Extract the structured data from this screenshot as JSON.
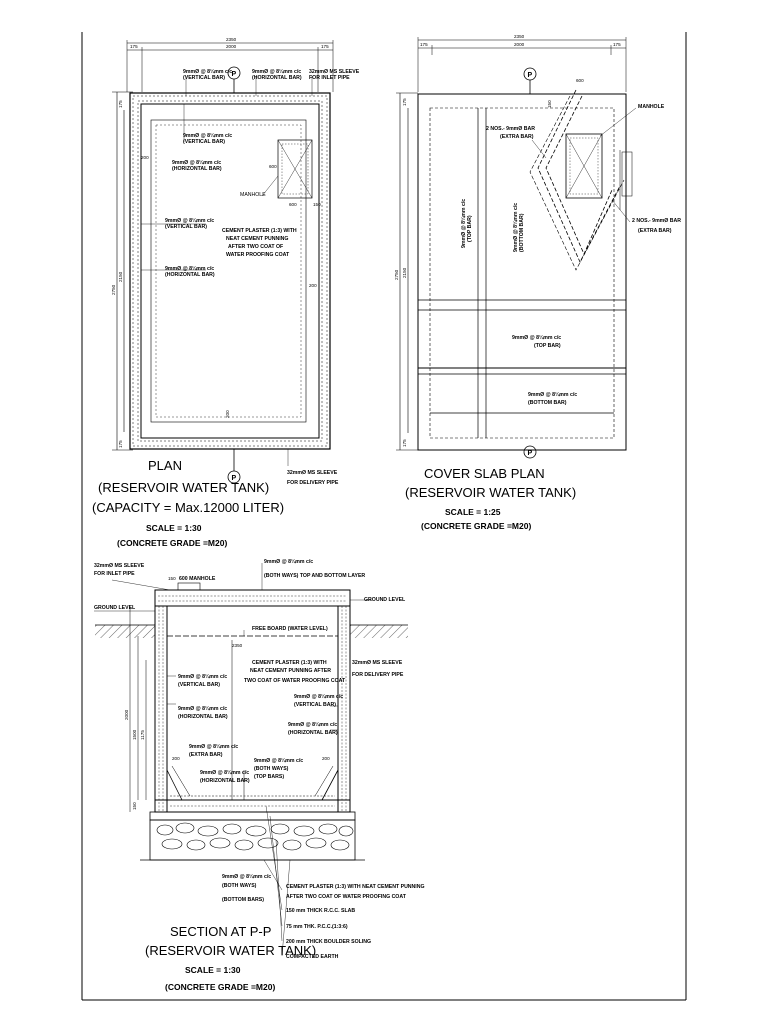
{
  "plan": {
    "title": "PLAN",
    "subtitle": "(RESERVOIR WATER TANK)",
    "capacity": "(CAPACITY = Max.12000 LITER)",
    "scale": "SCALE = 1:30",
    "grade": "(CONCRETE GRADE =M20)",
    "dims": {
      "overall": "2350",
      "inner": "2000",
      "side_l": "175",
      "side_r": "175",
      "height": "2750",
      "height_inner": "2150",
      "wall_t": "175",
      "wall_b": "175",
      "d200a": "200",
      "d200b": "200",
      "d200c": "200",
      "mh1": "600",
      "mh2": "600",
      "mh3": "150"
    },
    "notes": {
      "n1a": "9mmØ @ 8¼mm c/c",
      "n1b": "(VERTICAL BAR)",
      "n2a": "9mmØ @ 8¼mm c/c",
      "n2b": "(HORIZONTAL BAR)",
      "n3a": "32mmØ MS SLEEVE",
      "n3b": "FOR INLET PIPE",
      "n4a": "9mmØ @ 8¼mm c/c",
      "n4b": "(VERTICAL BAR)",
      "n5a": "9mmØ @ 8¼mm c/c",
      "n5b": "(HORIZONTAL BAR)",
      "n6": "MANHOLE",
      "n7a": "9mmØ @ 8¼mm c/c",
      "n7b": "(VERTICAL BAR)",
      "n8a": "9mmØ @ 8¼mm c/c",
      "n8b": "(HORIZONTAL BAR)",
      "n9a": "CEMENT PLASTER (1:3) WITH",
      "n9b": "NEAT CEMENT PUNNING",
      "n9c": "AFTER TWO COAT OF",
      "n9d": "WATER PROOFING COAT",
      "n10a": "32mmØ MS SLEEVE",
      "n10b": "FOR DELIVERY PIPE"
    },
    "marker": "P"
  },
  "cover": {
    "title": "COVER SLAB PLAN",
    "subtitle": "(RESERVOIR WATER TANK)",
    "scale": "SCALE = 1:25",
    "grade": "(CONCRETE GRADE =M20)",
    "dims": {
      "overall": "2350",
      "inner": "2000",
      "side_l": "175",
      "side_r": "175",
      "height": "2750",
      "height_inner": "2150",
      "wall_t": "175",
      "wall_b": "175",
      "d600": "600",
      "d150": "150"
    },
    "notes": {
      "n1": "MANHOLE",
      "n2a": "2 NOS.- 9mmØ BAR",
      "n2b": "(EXTRA BAR)",
      "n3a": "2 NOS.- 9mmØ BAR",
      "n3b": "(EXTRA BAR)",
      "n4a": "9mmØ @ 8¼mm c/c",
      "n4b": "(TOP BAR)",
      "n5a": "9mmØ @ 8¼mm c/c",
      "n5b": "(BOTTOM BAR)",
      "n6a": "9mmØ @ 8¼mm c/c",
      "n6b": "(TOP BAR)",
      "n7a": "9mmØ @ 8¼mm c/c",
      "n7b": "(BOTTOM BAR)"
    },
    "marker": "P"
  },
  "section": {
    "title": "SECTION AT P-P",
    "subtitle": "(RESERVOIR WATER TANK)",
    "scale": "SCALE = 1:30",
    "grade": "(CONCRETE GRADE =M20)",
    "dims": {
      "d150": "150",
      "d600": "600",
      "d200a": "200",
      "d200b": "200",
      "h1": "2000",
      "h2": "1500",
      "h3": "1175",
      "h4": "150",
      "w": "2350"
    },
    "notes": {
      "s1a": "32mmØ MS SLEEVE",
      "s1b": "FOR INLET PIPE",
      "s2": "600 MANHOLE",
      "s3a": "9mmØ @ 8¼mm c/c",
      "s3b": "(BOTH WAYS) TOP AND BOTTOM LAYER",
      "s4": "GROUND LEVEL",
      "s5": "GROUND LEVEL",
      "s6": "FREE BOARD (WATER LEVEL)",
      "s7a": "CEMENT PLASTER (1:3) WITH",
      "s7b": "NEAT CEMENT PUNNING AFTER",
      "s7c": "TWO COAT OF WATER PROOFING COAT",
      "s8a": "32mmØ MS SLEEVE",
      "s8b": "FOR DELIVERY PIPE",
      "s9a": "9mmØ @ 8¼mm c/c",
      "s9b": "(VERTICAL BAR)",
      "s10a": "9mmØ @ 8¼mm c/c",
      "s10b": "(HORIZONTAL BAR)",
      "s11a": "9mmØ @ 8¼mm c/c",
      "s11b": "(VERTICAL BAR)",
      "s12a": "9mmØ @ 8¼mm c/c",
      "s12b": "(HORIZONTAL BAR)",
      "s13a": "9mmØ @ 8¼mm c/c",
      "s13b": "(EXTRA BAR)",
      "s14a": "9mmØ @ 8¼mm c/c",
      "s14b": "(HORIZONTAL BAR)",
      "s15a": "9mmØ @ 8¼mm c/c",
      "s15b": "(BOTH WAYS)",
      "s15c": "(TOP BARS)",
      "s16a": "9mmØ @ 8¼mm c/c",
      "s16b": "(BOTH WAYS)",
      "s16c": "(BOTTOM BARS)",
      "l1a": "CEMENT PLASTER (1:3) WITH NEAT CEMENT PUNNING",
      "l1b": "AFTER TWO COAT OF WATER PROOFING COAT",
      "l2": "150 mm THICK R.C.C. SLAB",
      "l3": "75 mm THK. P.C.C.(1:3:6)",
      "l4": "200 mm THICK BOULDER SOLING",
      "l5": "COMPACTED EARTH"
    }
  }
}
